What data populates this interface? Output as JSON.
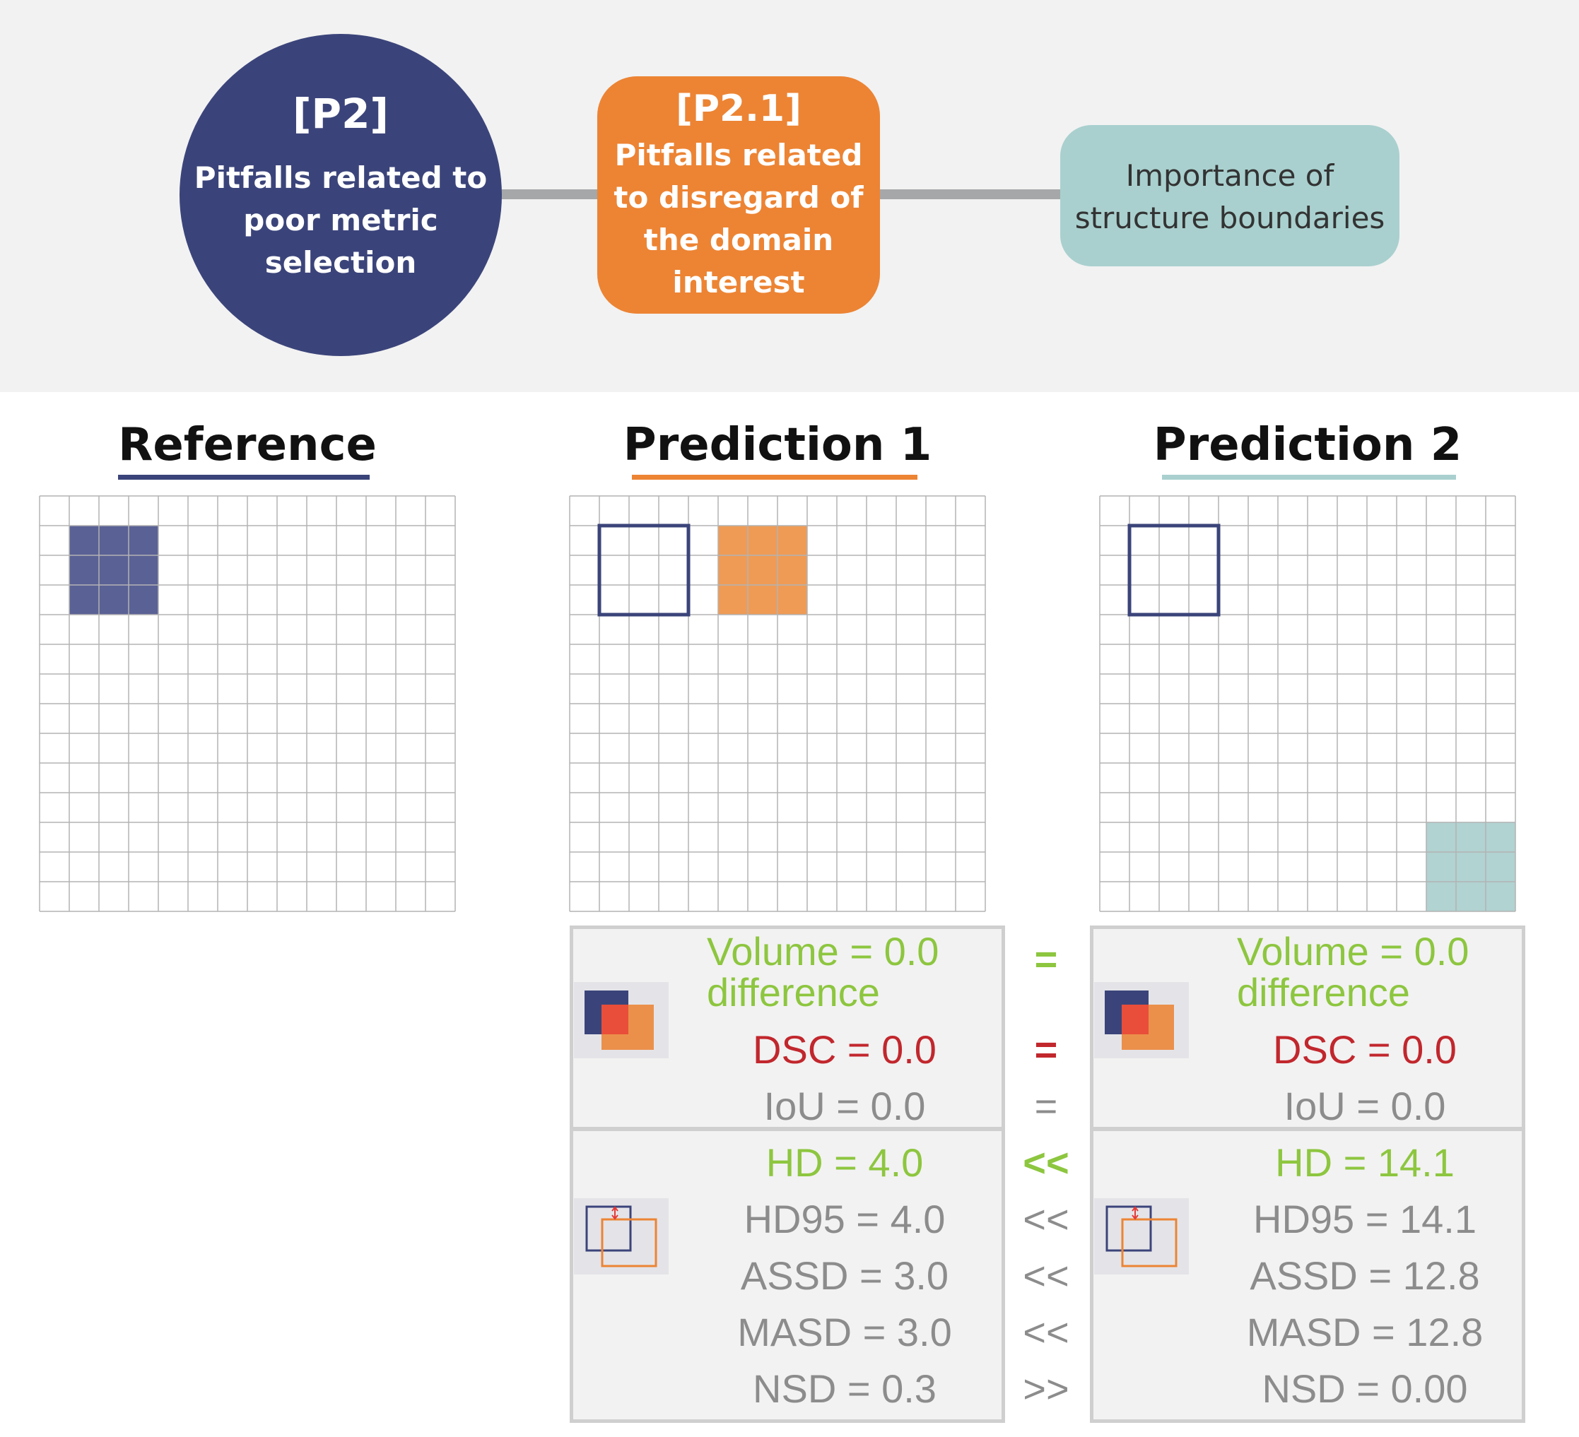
{
  "header": {
    "p2_code": "[P2]",
    "p2_desc": [
      "Pitfalls related to",
      "poor metric",
      "selection"
    ],
    "p21_code": "[P2.1]",
    "p21_desc": [
      "Pitfalls related",
      "to disregard of",
      "the domain",
      "interest"
    ],
    "leaf": [
      "Importance of",
      "structure boundaries"
    ]
  },
  "panels": [
    {
      "title": "Reference",
      "underline_color": "#3b447a"
    },
    {
      "title": "Prediction 1",
      "underline_color": "#ec8434"
    },
    {
      "title": "Prediction 2",
      "underline_color": "#a9d0ce"
    }
  ],
  "colors": {
    "reference": "#5a6194",
    "prediction1": "#ef9b55",
    "prediction2": "#b1d3d2",
    "outline": "#3b447a",
    "green": "#8dc63f",
    "red": "#c1272d",
    "gray": "#8c8c8c"
  },
  "icons": {
    "overlap": "overlap-icon",
    "boundary_distance": "boundary-distance-icon"
  },
  "overlap_metrics": {
    "prediction1": [
      {
        "label": "Volume = 0.0",
        "label2": "difference",
        "tone": "green"
      },
      {
        "label": "DSC = 0.0",
        "tone": "red"
      },
      {
        "label": "IoU = 0.0",
        "tone": "gray"
      }
    ],
    "prediction2": [
      {
        "label": "Volume = 0.0",
        "label2": "difference",
        "tone": "green"
      },
      {
        "label": "DSC = 0.0",
        "tone": "red"
      },
      {
        "label": "IoU = 0.0",
        "tone": "gray"
      }
    ],
    "comparisons": [
      {
        "symbol": "=",
        "tone": "green"
      },
      {
        "symbol": "=",
        "tone": "red"
      },
      {
        "symbol": "=",
        "tone": "gray"
      }
    ]
  },
  "distance_metrics": {
    "prediction1": [
      {
        "label": "HD = 4.0",
        "tone": "green"
      },
      {
        "label": "HD95 = 4.0",
        "tone": "gray"
      },
      {
        "label": "ASSD = 3.0",
        "tone": "gray"
      },
      {
        "label": "MASD = 3.0",
        "tone": "gray"
      },
      {
        "label": "NSD = 0.3",
        "tone": "gray"
      }
    ],
    "prediction2": [
      {
        "label": "HD = 14.1",
        "tone": "green"
      },
      {
        "label": "HD95 = 14.1",
        "tone": "gray"
      },
      {
        "label": "ASSD = 12.8",
        "tone": "gray"
      },
      {
        "label": "MASD = 12.8",
        "tone": "gray"
      },
      {
        "label": "NSD = 0.00",
        "tone": "gray"
      }
    ],
    "comparisons": [
      {
        "symbol": "<<",
        "tone": "green"
      },
      {
        "symbol": "<<",
        "tone": "gray"
      },
      {
        "symbol": "<<",
        "tone": "gray"
      },
      {
        "symbol": "<<",
        "tone": "gray"
      },
      {
        "symbol": ">>",
        "tone": "gray"
      }
    ]
  }
}
